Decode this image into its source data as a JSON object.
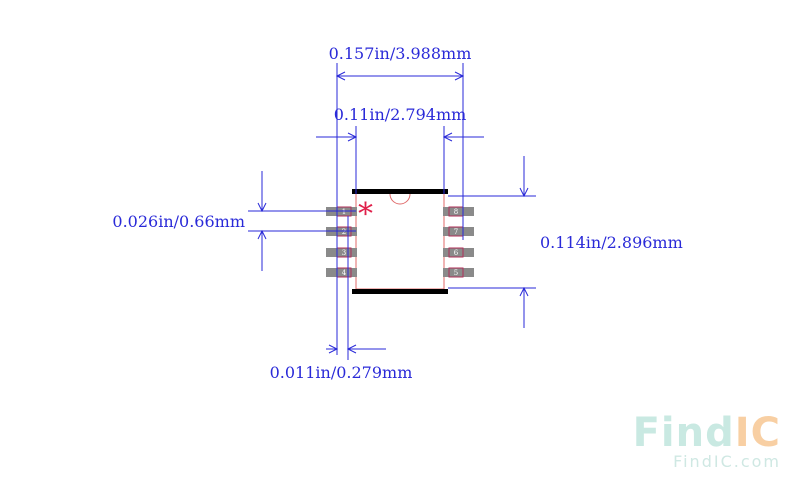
{
  "dimensions": {
    "total_width": "0.157in/3.988mm",
    "body_width": "0.11in/2.794mm",
    "pitch": "0.026in/0.66mm",
    "body_height": "0.114in/2.896mm",
    "pad_width": "0.011in/0.279mm"
  },
  "pins_left": [
    "1",
    "2",
    "3",
    "4"
  ],
  "pins_right": [
    "8",
    "7",
    "6",
    "5"
  ],
  "pin1_marker": "*",
  "watermark": {
    "logo_prefix": "Find",
    "logo_suffix": "IC",
    "url": "FindIC.com"
  },
  "colors": {
    "dimension": "#2a2ad8",
    "outline": "#e06a6a",
    "pad": "#8a8a8a",
    "pad_inner": "#b0305a",
    "body_bar": "#000000",
    "marker": "#e0204a",
    "logo_prefix": "#c9e9e2",
    "logo_suffix": "#f8cfa3"
  }
}
